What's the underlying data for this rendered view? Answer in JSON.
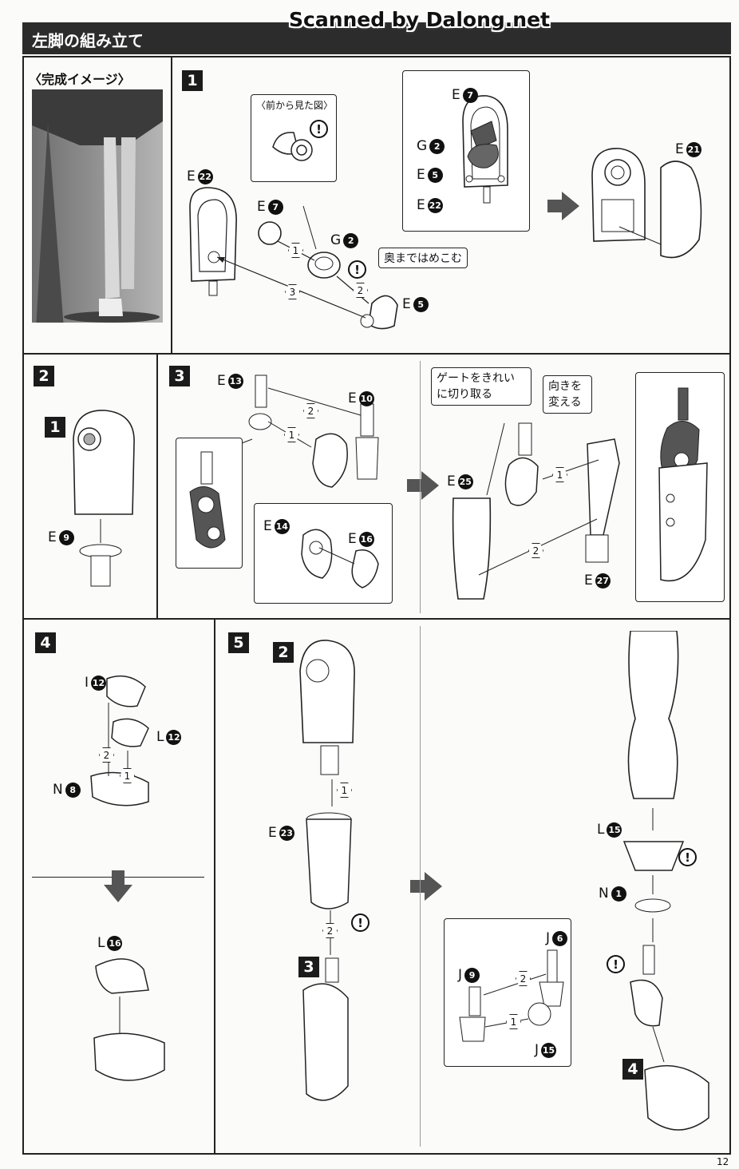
{
  "watermark": "Scanned by Dalong.net",
  "header": {
    "title": "左脚の組み立て"
  },
  "preview": {
    "title": "〈完成イメージ〉"
  },
  "steps": {
    "s1": "1",
    "s2": "2",
    "s3": "3",
    "s4": "4",
    "s5": "5"
  },
  "refs": {
    "r1": "1",
    "r2": "2",
    "r3": "3",
    "r4": "4"
  },
  "seq": {
    "one": "1",
    "two": "2",
    "three": "3"
  },
  "warn_symbol": "!",
  "step1": {
    "front_view_label": "〈前から見た図〉",
    "press_in_note": "奥まではめこむ",
    "parts": {
      "e22": {
        "letter": "E",
        "num": "22"
      },
      "e7": {
        "letter": "E",
        "num": "7"
      },
      "g2": {
        "letter": "G",
        "num": "2"
      },
      "e5": {
        "letter": "E",
        "num": "5"
      },
      "e21": {
        "letter": "E",
        "num": "21"
      }
    }
  },
  "step2": {
    "parts": {
      "e9": {
        "letter": "E",
        "num": "9"
      }
    }
  },
  "step3": {
    "gate_note_l1": "ゲートをきれい",
    "gate_note_l2": "に切り取る",
    "turn_note_l1": "向きを",
    "turn_note_l2": "変える",
    "parts": {
      "e13": {
        "letter": "E",
        "num": "13"
      },
      "e10": {
        "letter": "E",
        "num": "10"
      },
      "e14": {
        "letter": "E",
        "num": "14"
      },
      "e16": {
        "letter": "E",
        "num": "16"
      },
      "e25": {
        "letter": "E",
        "num": "25"
      },
      "e27": {
        "letter": "E",
        "num": "27"
      }
    }
  },
  "step4": {
    "parts": {
      "i12": {
        "letter": "I",
        "num": "12"
      },
      "l12": {
        "letter": "L",
        "num": "12"
      },
      "n8": {
        "letter": "N",
        "num": "8"
      },
      "l16": {
        "letter": "L",
        "num": "16"
      }
    }
  },
  "step5": {
    "parts": {
      "e23": {
        "letter": "E",
        "num": "23"
      },
      "l15": {
        "letter": "L",
        "num": "15"
      },
      "n1": {
        "letter": "N",
        "num": "1"
      },
      "j6": {
        "letter": "J",
        "num": "6"
      },
      "j9": {
        "letter": "J",
        "num": "9"
      },
      "j15": {
        "letter": "J",
        "num": "15"
      }
    }
  },
  "page_number": "12"
}
